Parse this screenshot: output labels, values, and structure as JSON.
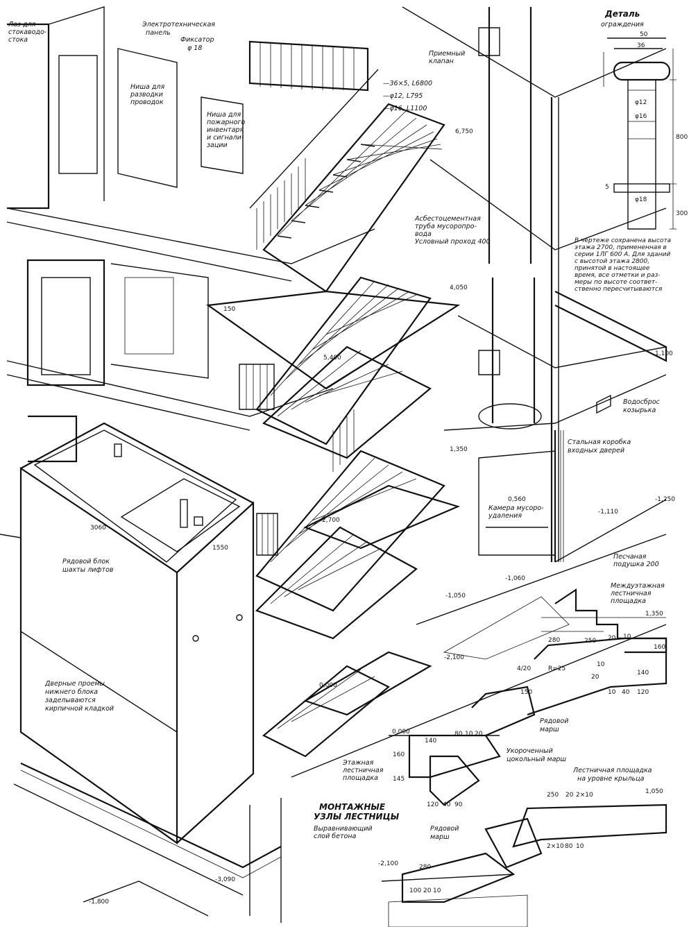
{
  "labels": {
    "laz": [
      "Лаз для",
      "стока",
      "водо-",
      "стока"
    ],
    "elektro": [
      "Электротехническая",
      "панель"
    ],
    "fiksator": [
      "Фиксатор",
      "φ 18"
    ],
    "nisha_provodok": [
      "Ниша для",
      "разводки",
      "проводок"
    ],
    "nisha_pozhar": [
      "Ниша для",
      "пожарного",
      "инвентаря",
      "и сигнали-",
      "зации"
    ],
    "priemny": [
      "Приемный",
      "клапан"
    ],
    "rail_spec": [
      "—36×5, L6800",
      "—φ12, L795",
      "—φ16, L1100"
    ],
    "asbest": [
      "Асбестоцементная",
      "труба мусоропро-",
      "вода",
      "Условный проход 400"
    ],
    "vodosbros": [
      "Водосброс",
      "козырька"
    ],
    "stalnaya": [
      "Стальная коробка",
      "входных дверей"
    ],
    "kamera": [
      "Камера мусоро-",
      "удаления"
    ],
    "peschanaya": [
      "Песчаная",
      "подушка 200"
    ],
    "ryadovoy_blok": [
      "Рядовой блок",
      "шахты лифтов"
    ],
    "dvernye": [
      "Дверные проемы",
      "нижнего блока",
      "заделываются",
      "кирпичной кладкой"
    ],
    "montazhnye": [
      "МОНТАЖНЫЕ",
      "УЗЛЫ ЛЕСТНИЦЫ"
    ],
    "vyravn": [
      "Выравнивающий",
      "слой бетона"
    ],
    "etazhnaya": [
      "Этажная",
      "лестничная",
      "площадка"
    ],
    "ukorochenny": [
      "Укороченный",
      "цокольный марш"
    ],
    "ryadovoy_marsh_a": [
      "Рядовой",
      "марш"
    ],
    "ryadovoy_marsh_b": [
      "Рядовой",
      "марш"
    ],
    "mezhduetazh": [
      "Междуэтажная",
      "лестничная",
      "площадка"
    ],
    "ploshchadka_krysha": [
      "Лестничная площадка",
      "на уровне крыльца"
    ],
    "detal": [
      "Деталь",
      "ограждения"
    ]
  },
  "note": [
    "В чертеже сохранена высота",
    "этажа 2700, примененная в",
    "серии 1ЛГ 600 А. Для зданий",
    "с высотой этажа 2800,",
    "принятой в настоящее",
    "время, все отметки и раз-",
    "меры по высоте соответ-",
    "ственно пересчитываются"
  ],
  "elevations": {
    "e6750": "6,750",
    "e5400": "5,400",
    "e4050": "4,050",
    "e2700": "2,700",
    "e1350": "1,350",
    "e0000": "0,000",
    "e1100": "1,100",
    "e0560": "0,560",
    "em1060": "-1,060",
    "em1050": "-1,050",
    "em1110": "-1,110",
    "em1250": "-1,250",
    "em2100": "-2,100",
    "em1800": "-1,800",
    "em3090": "-3,090",
    "n1350": "1,350",
    "n0000": "0,000",
    "n1050": "1,050",
    "nm2100": "-2,100"
  },
  "dims": {
    "d150": "150",
    "d3060": "3060",
    "d1550": "1550",
    "dt50": "50",
    "dt36": "36",
    "dt800": "800",
    "dt300": "300",
    "dt5": "5",
    "dt12": "φ12",
    "dt16": "φ16",
    "dt18": "φ18",
    "n280a": "280",
    "n250a": "250",
    "n20a": "20",
    "n10a": "10",
    "n160a": "160",
    "n10b": "10",
    "nr25": "R=25",
    "n420": "4/20",
    "n150": "150",
    "n20b": "20",
    "n10c": "10",
    "n140a": "140",
    "n40": "40",
    "n120a": "120",
    "n80a": "80",
    "n10d": "10",
    "n20c": "20",
    "n140b": "140",
    "n160b": "160",
    "n145": "145",
    "n120b": "120",
    "n40b": "40",
    "n90": "90",
    "n250b": "250",
    "n20d": "20",
    "n2x10a": "2×10",
    "n2x10b": "2×10",
    "n80b": "80",
    "n10e": "10",
    "n280b": "280",
    "n100": "100",
    "n20e": "20",
    "n10f": "10"
  }
}
